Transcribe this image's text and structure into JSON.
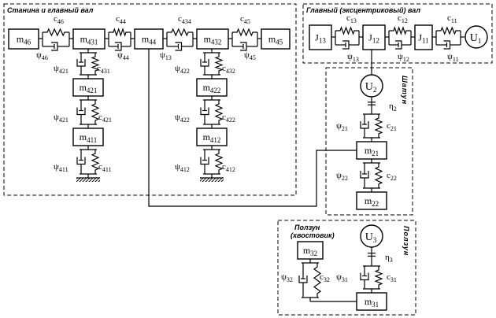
{
  "regions": {
    "frame": "Станина и главный вал",
    "mainshaft": "Главный (эксцентриковый) вал",
    "rod": "Шатун",
    "slider_vertical": "Ползун",
    "tail_line1": "Ползун",
    "tail_line2": "(хвостовик)"
  },
  "masses": {
    "m46": [
      "m",
      "46"
    ],
    "m431": [
      "m",
      "431"
    ],
    "m44": [
      "m",
      "44"
    ],
    "m432": [
      "m",
      "432"
    ],
    "m45": [
      "m",
      "45"
    ],
    "m421": [
      "m",
      "421"
    ],
    "m411": [
      "m",
      "411"
    ],
    "m422": [
      "m",
      "422"
    ],
    "m412": [
      "m",
      "412"
    ],
    "J13": [
      "J",
      "13"
    ],
    "J12": [
      "J",
      "12"
    ],
    "J11": [
      "J",
      "11"
    ],
    "m21": [
      "m",
      "21"
    ],
    "m22": [
      "m",
      "22"
    ],
    "m31": [
      "m",
      "31"
    ],
    "m32": [
      "m",
      "32"
    ]
  },
  "sources": {
    "U1": [
      "U",
      "1"
    ],
    "U2": [
      "U",
      "2"
    ],
    "U3": [
      "U",
      "3"
    ]
  },
  "params": {
    "c46": [
      "c",
      "46"
    ],
    "c44": [
      "c",
      "44"
    ],
    "c434": [
      "c",
      "434"
    ],
    "c45": [
      "c",
      "45"
    ],
    "psi46": [
      "ψ",
      "46"
    ],
    "psi44": [
      "ψ",
      "44"
    ],
    "psi13h": [
      "ψ",
      "13"
    ],
    "psi45": [
      "ψ",
      "45"
    ],
    "psi421a": [
      "ψ",
      "421"
    ],
    "c431": [
      "c",
      "431"
    ],
    "psi421b": [
      "ψ",
      "421"
    ],
    "c421": [
      "c",
      "421"
    ],
    "psi411": [
      "ψ",
      "411"
    ],
    "c411": [
      "c",
      "411"
    ],
    "psi422a": [
      "ψ",
      "422"
    ],
    "c432": [
      "c",
      "432"
    ],
    "psi422b": [
      "ψ",
      "422"
    ],
    "c422": [
      "c",
      "422"
    ],
    "psi412": [
      "ψ",
      "412"
    ],
    "c412": [
      "c",
      "412"
    ],
    "c13": [
      "c",
      "13"
    ],
    "c12": [
      "c",
      "12"
    ],
    "c11": [
      "c",
      "11"
    ],
    "psi13": [
      "ψ",
      "13"
    ],
    "psi12": [
      "ψ",
      "12"
    ],
    "psi11": [
      "ψ",
      "11"
    ],
    "eta2": [
      "η",
      "2"
    ],
    "psi21": [
      "ψ",
      "21"
    ],
    "c21": [
      "c",
      "21"
    ],
    "psi22": [
      "ψ",
      "22"
    ],
    "c22": [
      "c",
      "22"
    ],
    "eta3": [
      "η",
      "3"
    ],
    "psi31": [
      "ψ",
      "31"
    ],
    "c31": [
      "c",
      "31"
    ],
    "psi32": [
      "ψ",
      "32"
    ],
    "c32": [
      "c",
      "32"
    ]
  }
}
